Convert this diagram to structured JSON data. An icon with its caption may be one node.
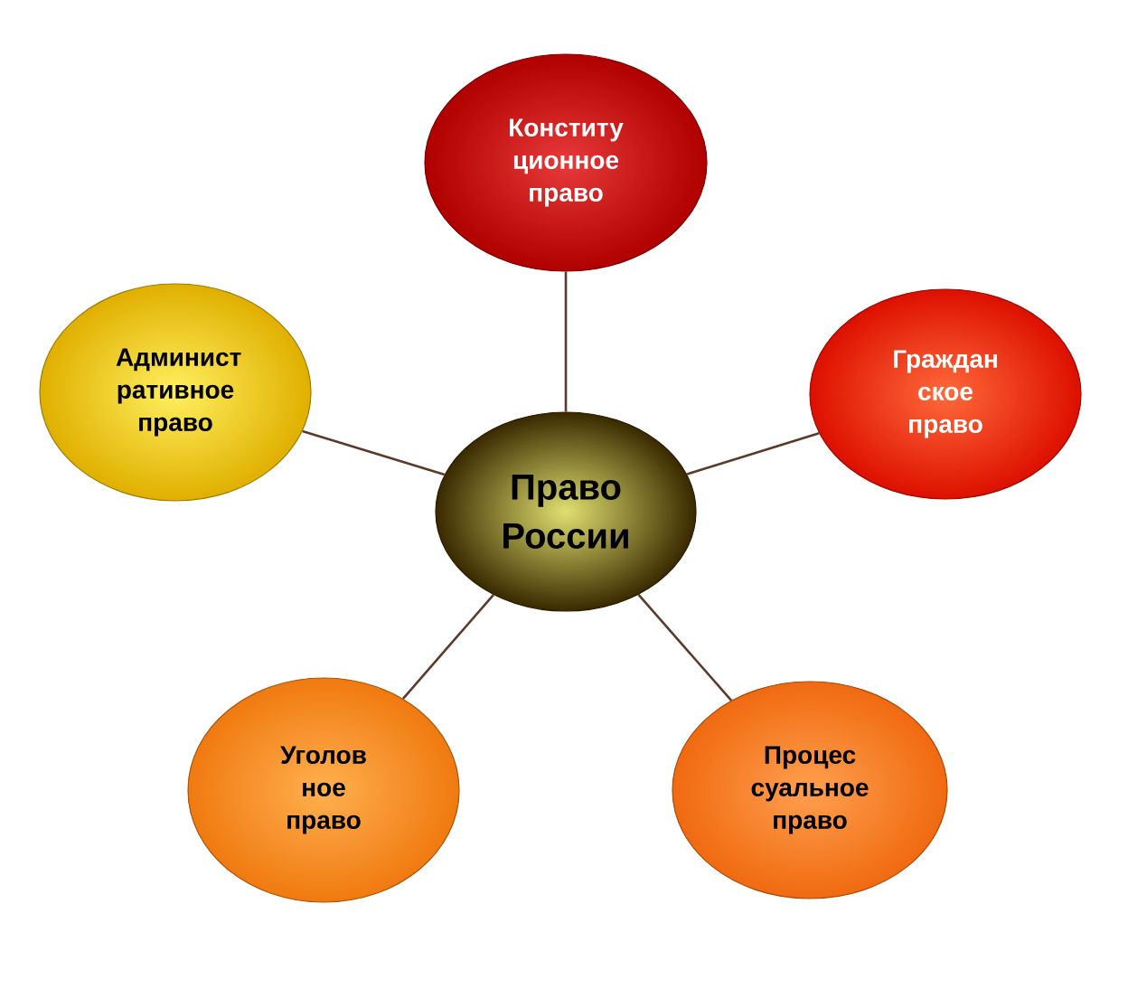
{
  "diagram": {
    "nodes": [
      {
        "text": [
          "Конститу ционное право"
        ]
      },
      {
        "text": [
          "Админист ративное право"
        ]
      },
      {
        "text": [
          "Граждан ское право"
        ]
      },
      {
        "text": [
          "Право России"
        ]
      },
      {
        "text": [
          "Уголов ное право"
        ]
      },
      {
        "text": [
          "Процес суальное право"
        ]
      }
    ],
    "edges": [
      {
        "from": 3,
        "to": 0,
        "arrow": "none"
      },
      {
        "from": 3,
        "to": 2,
        "arrow": "none"
      },
      {
        "from": 3,
        "to": 5,
        "arrow": "none"
      },
      {
        "from": 3,
        "to": 4,
        "arrow": "none"
      },
      {
        "from": 3,
        "to": 1,
        "arrow": "none"
      }
    ]
  }
}
